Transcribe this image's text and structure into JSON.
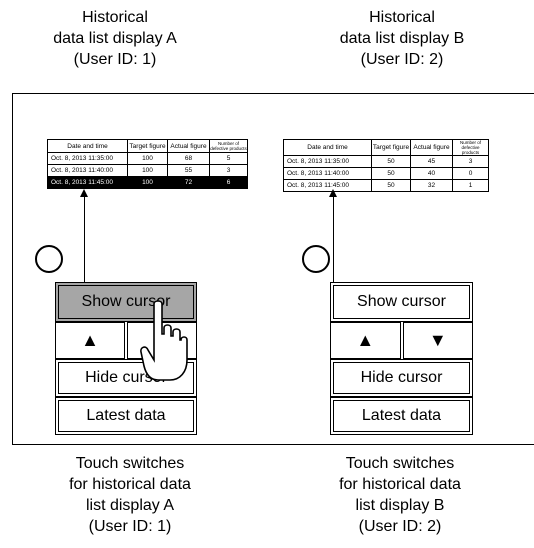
{
  "captions": {
    "top_a": [
      "Historical",
      "data list display A",
      "(User ID: 1)"
    ],
    "top_b": [
      "Historical",
      "data list display B",
      "(User ID: 2)"
    ],
    "bottom_a": [
      "Touch switches",
      "for historical data",
      "list display A",
      "(User ID: 1)"
    ],
    "bottom_b": [
      "Touch switches",
      "for historical data",
      "list display B",
      "(User ID: 2)"
    ]
  },
  "table_headers": [
    "Date and time",
    "Target figure",
    "Actual figure",
    "Number of defective products"
  ],
  "table_a": {
    "rows": [
      [
        "Oct. 8, 2013 11:35:00",
        "100",
        "68",
        "5"
      ],
      [
        "Oct. 8, 2013 11:40:00",
        "100",
        "55",
        "3"
      ],
      [
        "Oct. 8, 2013 11:45:00",
        "100",
        "72",
        "6"
      ]
    ],
    "selected_row": 3
  },
  "table_b": {
    "rows": [
      [
        "Oct. 8, 2013 11:35:00",
        "50",
        "45",
        "3"
      ],
      [
        "Oct. 8, 2013 11:40:00",
        "50",
        "40",
        "0"
      ],
      [
        "Oct. 8, 2013 11:45:00",
        "50",
        "32",
        "1"
      ]
    ],
    "selected_row": null
  },
  "switches": {
    "show_cursor": "Show cursor",
    "up": "▲",
    "down": "▼",
    "hide_cursor": "Hide cursor",
    "latest_data": "Latest data"
  },
  "colors": {
    "pressed": "#a6a6a6",
    "selected_row": "#000000"
  },
  "icons": {
    "hand": "pointing-hand-icon",
    "circle": "ok-circle-icon"
  }
}
